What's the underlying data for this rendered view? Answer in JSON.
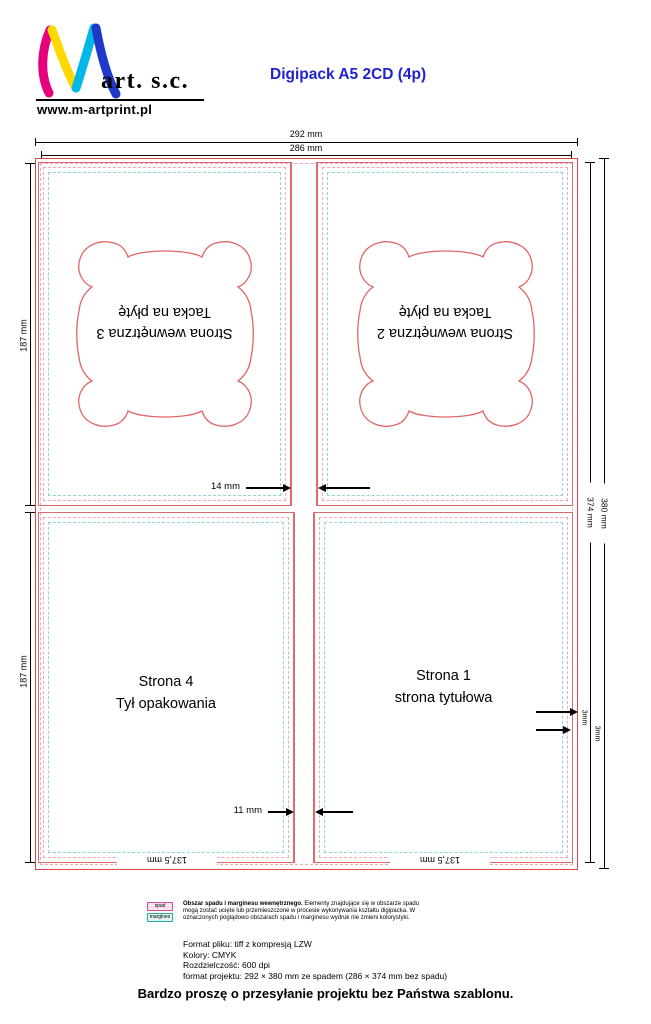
{
  "header": {
    "brand": "art. s.c.",
    "website": "www.m-artprint.pl",
    "title": "Digipack A5 2CD (4p)"
  },
  "dims": {
    "width_outer": "292 mm",
    "width_inner": "286 mm",
    "panel_height_top": "187 mm",
    "panel_height_bottom": "187 mm",
    "height_inner": "374 mm",
    "height_outer": "380 mm",
    "spine_top": "14 mm",
    "spine_bottom": "11 mm",
    "bleed_a": "3mm",
    "bleed_b": "3mm",
    "bottom_left_width": "137,5 mm",
    "bottom_right_width": "137,5 mm"
  },
  "panels": {
    "top_left": {
      "line1": "Strona wewnętrzna 3",
      "line2": "Tacka na płytę"
    },
    "top_right": {
      "line1": "Strona wewnętrzna 2",
      "line2": "Tacka na płytę"
    },
    "bottom_left": {
      "line1": "Strona 4",
      "line2": "Tył opakowania"
    },
    "bottom_right": {
      "line1": "Strona 1",
      "line2": "strona tytułowa"
    }
  },
  "legend": {
    "swatch_spad": "spad",
    "swatch_margines": "margines",
    "title": "Obszar spadu i marginesu wewnętrznego.",
    "body": "Elementy znajdujące się w obszarze spadu mogą zostać ucięte lub przemieszczone w procesie wykonywania kształtu digipacka. W oznaczonych poglądowo obszarach spadu i marginesu wydruk nie zmieni kolorystyki."
  },
  "file_info": [
    "Format pliku: tiff z kompresją LZW",
    "Kolory: CMYK",
    "Rozdzielczość: 600 dpi",
    "format projektu: 292 × 380 mm ze spadem (286 × 374 mm bez spadu)"
  ],
  "footer": "Bardzo proszę o przesyłanie projektu bez Państwa szablonu.",
  "colors": {
    "title_blue": "#2222cc",
    "cut_red": "#d94a48",
    "panel_red": "#e06a6a",
    "tray_red": "#e06666",
    "bleed_pink": "#f2a7b8",
    "margin_teal": "#8fd6cc",
    "logo_magenta": "#e6007e",
    "logo_yellow": "#ffd800",
    "logo_cyan": "#00b7e8",
    "logo_blue": "#2038c8"
  }
}
